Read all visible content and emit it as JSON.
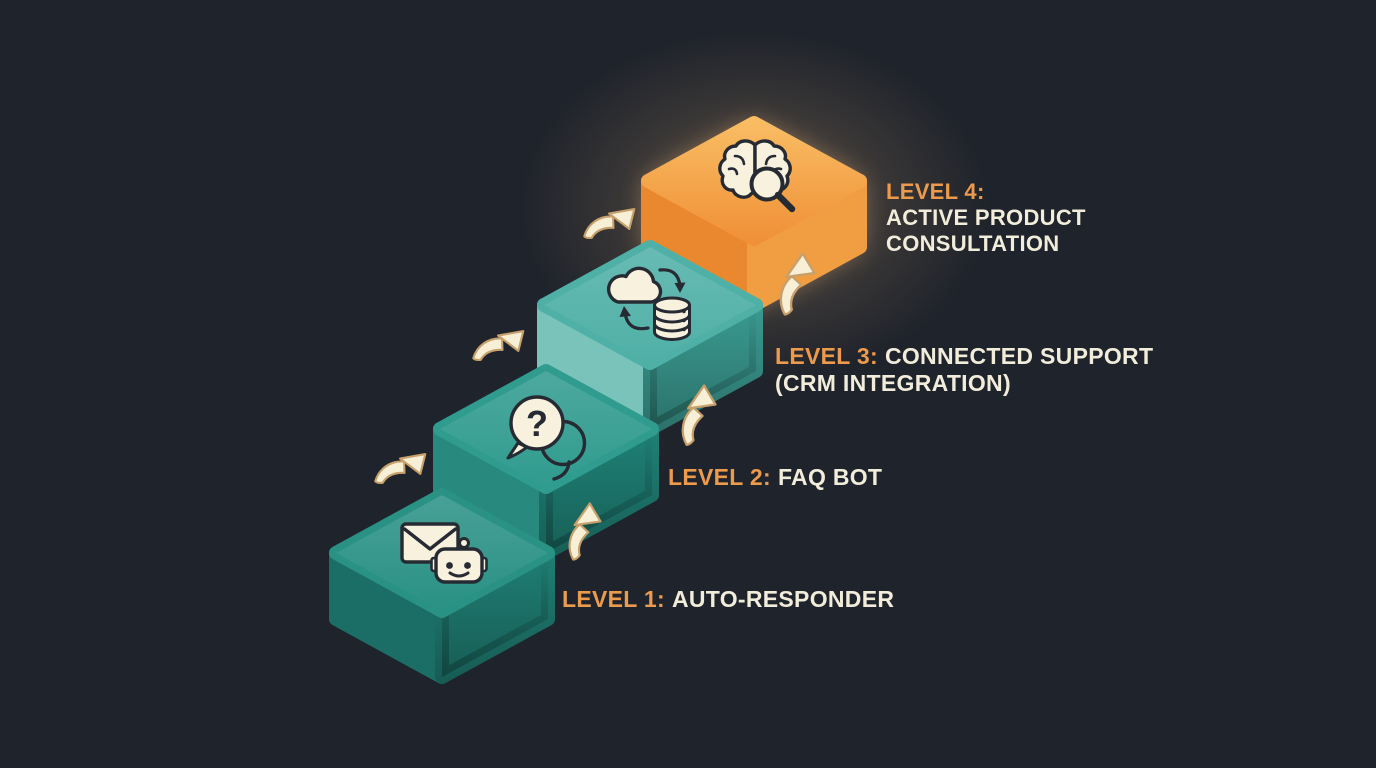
{
  "colors": {
    "background": "#1f232b",
    "label_prefix": "#ec9a4c",
    "label_body": "#f2ecdb",
    "arrow_fill": "#f8efd7",
    "arrow_outline": "#c7a06c",
    "icon_stroke": "#262b33",
    "icon_fill": "#f7f1dd",
    "glow": "#ffbe78"
  },
  "labels": [
    {
      "prefix": "LEVEL 1:",
      "line1": "AUTO-RESPONDER"
    },
    {
      "prefix": "LEVEL 2:",
      "line1": "FAQ BOT"
    },
    {
      "prefix": "LEVEL 3:",
      "line1": "CONNECTED SUPPORT",
      "line2": "(CRM INTEGRATION)"
    },
    {
      "prefix": "LEVEL 4:",
      "line1": "ACTIVE PRODUCT",
      "line2": "CONSULTATION"
    }
  ],
  "levels": [
    {
      "icon": "mail-robot-icon",
      "colors": {
        "top": "#2a9185",
        "left": "#1a6e66",
        "right": "#1f7e73"
      }
    },
    {
      "icon": "faq-bubbles-icon",
      "colors": {
        "top": "#309b8f",
        "left": "#28897e",
        "right": "#1f8176"
      }
    },
    {
      "icon": "cloud-database-sync-icon",
      "colors": {
        "top": "#4fb0a7",
        "left": "#79c3bb",
        "right": "#3a9a90"
      }
    },
    {
      "icon": "brain-search-icon",
      "colors": {
        "top_light": "#f9bc63",
        "top_dark": "#f09138",
        "left": "#e9882e",
        "right": "#f19d42"
      }
    }
  ],
  "icon_glyphs": {
    "question_mark": "?"
  }
}
